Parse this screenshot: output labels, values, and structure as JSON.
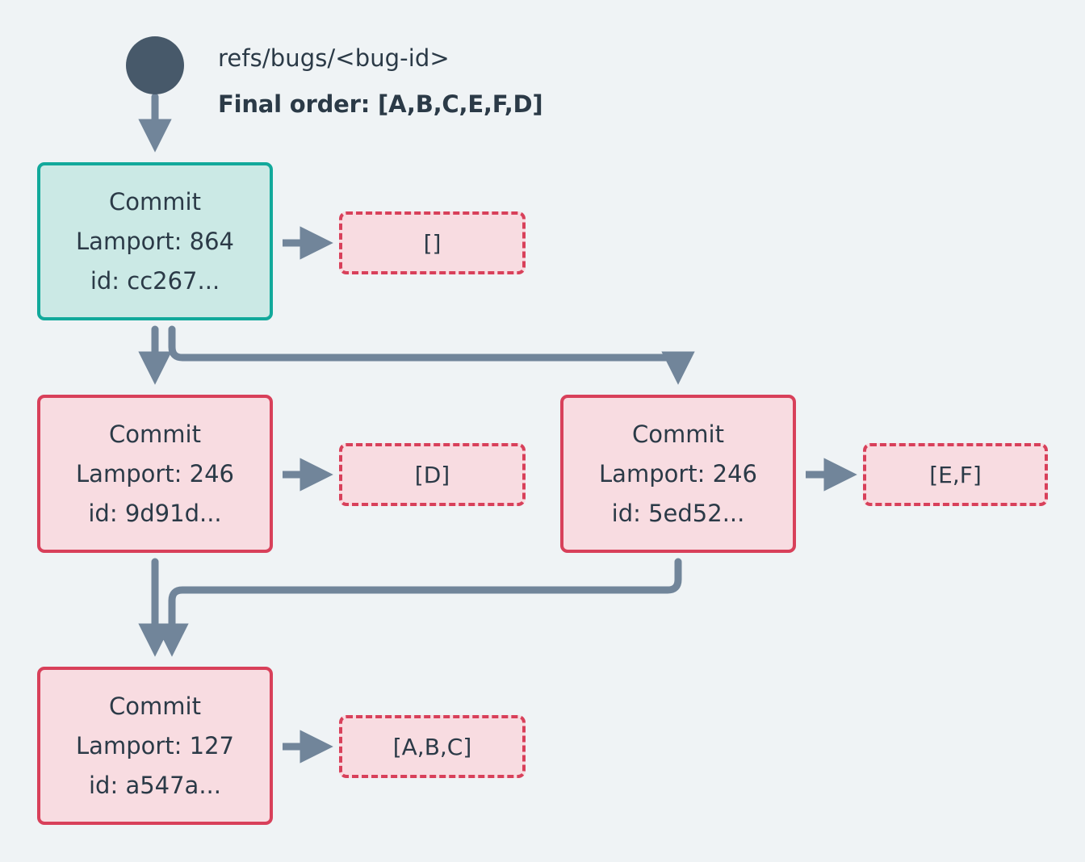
{
  "diagram": {
    "type": "commit-dag",
    "background_color": "#eff3f5",
    "header": {
      "ref_label": "refs/bugs/<bug-id>",
      "final_order_label": "Final order: [A,B,C,E,F,D]",
      "start_marker_name": "start-node-dot",
      "start_marker_color": "#47596a"
    },
    "colors": {
      "teal_border": "#12a99b",
      "teal_fill": "#cbe9e5",
      "pink_border": "#d8405a",
      "pink_fill": "#f8dce1",
      "arrow": "#71859a",
      "text": "#2b3a47"
    },
    "nodes": [
      {
        "id": "cc267",
        "title": "Commit",
        "lamport_line": "Lamport: 864",
        "id_line": "id: cc267...",
        "style": "teal"
      },
      {
        "id": "9d91d",
        "title": "Commit",
        "lamport_line": "Lamport: 246",
        "id_line": "id: 9d91d...",
        "style": "pink"
      },
      {
        "id": "5ed52",
        "title": "Commit",
        "lamport_line": "Lamport: 246",
        "id_line": "id: 5ed52...",
        "style": "pink"
      },
      {
        "id": "a547a",
        "title": "Commit",
        "lamport_line": "Lamport: 127",
        "id_line": "id: a547a...",
        "style": "pink"
      }
    ],
    "operations": [
      {
        "id": "op-empty",
        "label": "[]",
        "source_node": "cc267"
      },
      {
        "id": "op-d",
        "label": "[D]",
        "source_node": "9d91d"
      },
      {
        "id": "op-ef",
        "label": "[E,F]",
        "source_node": "5ed52"
      },
      {
        "id": "op-abc",
        "label": "[A,B,C]",
        "source_node": "a547a"
      }
    ],
    "edges": [
      {
        "from": "start-dot",
        "to": "cc267"
      },
      {
        "from": "cc267",
        "to": "9d91d"
      },
      {
        "from": "cc267",
        "to": "5ed52"
      },
      {
        "from": "9d91d",
        "to": "a547a"
      },
      {
        "from": "5ed52",
        "to": "a547a"
      },
      {
        "from": "cc267",
        "to": "op-empty"
      },
      {
        "from": "9d91d",
        "to": "op-d"
      },
      {
        "from": "5ed52",
        "to": "op-ef"
      },
      {
        "from": "a547a",
        "to": "op-abc"
      }
    ]
  }
}
